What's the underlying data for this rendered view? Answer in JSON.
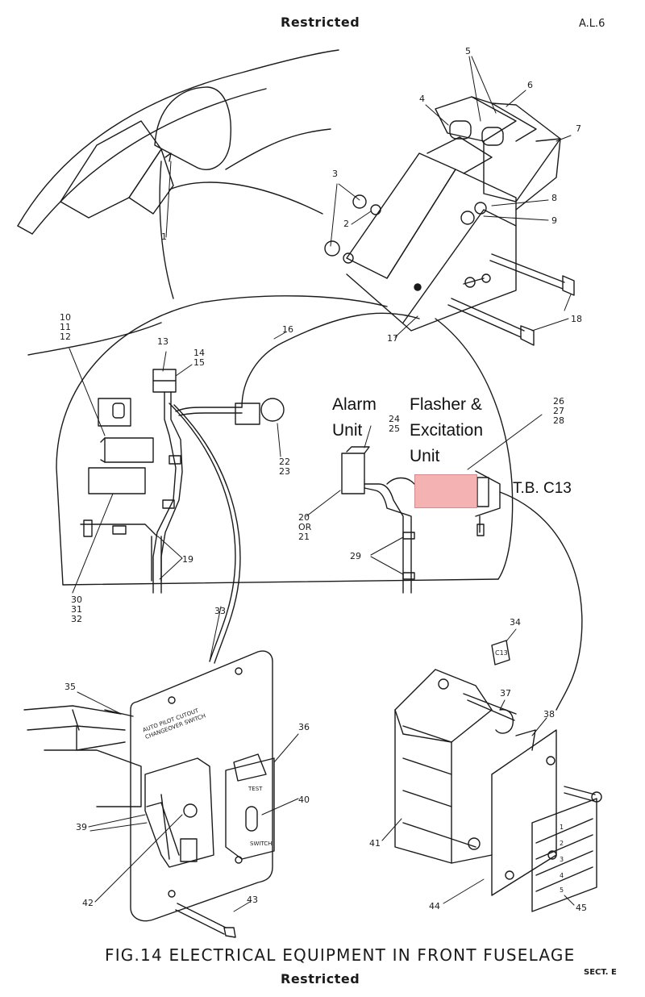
{
  "header": {
    "restricted": "Restricted",
    "ref": "A.L.6"
  },
  "footer": {
    "caption": "FIG.14 ELECTRICAL EQUIPMENT IN FRONT FUSELAGE",
    "restricted": "Restricted",
    "section": "SECT. E"
  },
  "callouts": {
    "alarm_line1": "Alarm",
    "alarm_line2": "Unit",
    "flasher_line1": "Flasher &",
    "flasher_line2": "Excitation",
    "flasher_line3": "Unit",
    "terminal_block": "T.B. C13"
  },
  "highlight_color": "#f4a5a5",
  "part_numbers": {
    "n1": "1",
    "n2": "2",
    "n3": "3",
    "n4": "4",
    "n5": "5",
    "n6": "6",
    "n7": "7",
    "n8": "8",
    "n9": "9",
    "n10": "10\n11\n12",
    "n13": "13",
    "n14": "14\n15",
    "n16": "16",
    "n17": "17",
    "n18": "18",
    "n19": "19",
    "n20": "20\nOR\n21",
    "n22": "22\n23",
    "n24": "24\n25",
    "n26": "26\n27\n28",
    "n29": "29",
    "n30": "30\n31\n32",
    "n33": "33",
    "n34": "34",
    "n35": "35",
    "n36": "36",
    "n37": "37",
    "n38": "38",
    "n39": "39",
    "n40": "40",
    "n41": "41",
    "n42": "42",
    "n43": "43",
    "n44": "44",
    "n45": "45"
  },
  "panel_labels": {
    "cutout": "AUTO PILOT CUTOUT\nCHANGEOVER SWITCH",
    "test": "TEST",
    "switch": "SWITCH",
    "tag": "C13",
    "tb_numbers": [
      "1",
      "2",
      "3",
      "4",
      "5"
    ]
  }
}
